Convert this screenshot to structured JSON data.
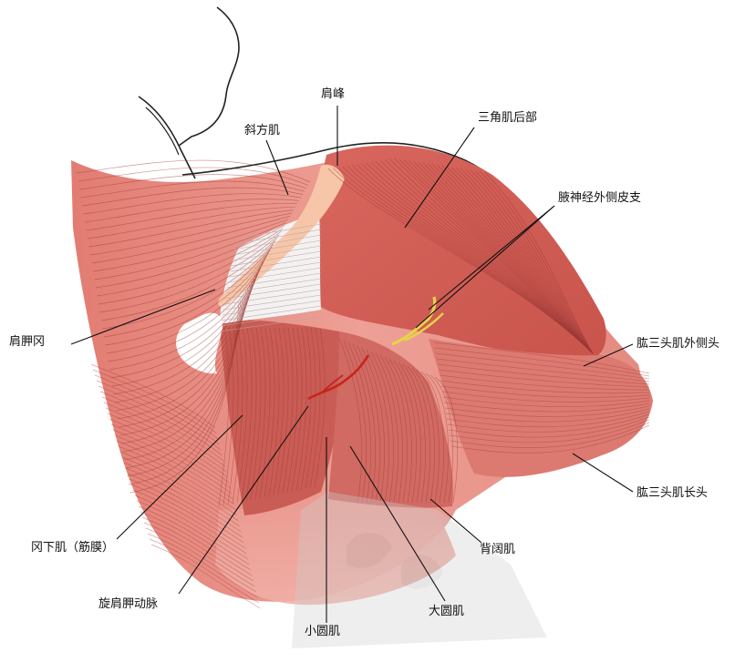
{
  "labels": {
    "acromion": "肩峰",
    "trapezius": "斜方肌",
    "deltoid_posterior": "三角肌后部",
    "axillary_nerve": "腋神经外侧皮支",
    "scapular_spine": "肩胛冈",
    "triceps_lateral": "肱三头肌外侧头",
    "triceps_long": "肱三头肌长头",
    "infraspinatus": "冈下肌（筋膜）",
    "latissimus": "背阔肌",
    "circumflex_artery": "旋肩胛动脉",
    "teres_major": "大圆肌",
    "teres_minor": "小圆肌"
  },
  "colors": {
    "muscle": "#e8958a",
    "muscle_dark": "#c45a52",
    "fiber": "#9e3a35",
    "tendon": "#f4f1f1",
    "bone": "#f7c6a9",
    "nerve": "#e8d24a",
    "artery": "#c8241c",
    "leader": "#111111",
    "watermark": "#dcdcdc"
  }
}
